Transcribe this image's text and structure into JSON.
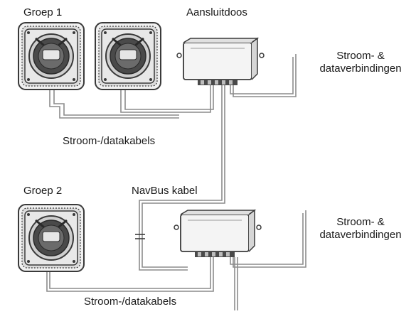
{
  "labels": {
    "group1": "Groep 1",
    "group2": "Groep 2",
    "junction_box": "Aansluitdoos",
    "power_data_connections_top_line1": "Stroom- &",
    "power_data_connections_top_line2": "dataverbindingen",
    "power_data_connections_bottom_line1": "Stroom- &",
    "power_data_connections_bottom_line2": "dataverbindingen",
    "power_data_cables_top": "Stroom-/datakabels",
    "power_data_cables_bottom": "Stroom-/datakabels",
    "navbus_cable": "NavBus kabel"
  },
  "colors": {
    "outline": "#3a3a3a",
    "cable": "#8c8c8c",
    "cable_light": "#c8c8c8",
    "fill_light": "#ececec",
    "fill_mid": "#bdbdbd",
    "fill_dark": "#4a4a4a"
  }
}
